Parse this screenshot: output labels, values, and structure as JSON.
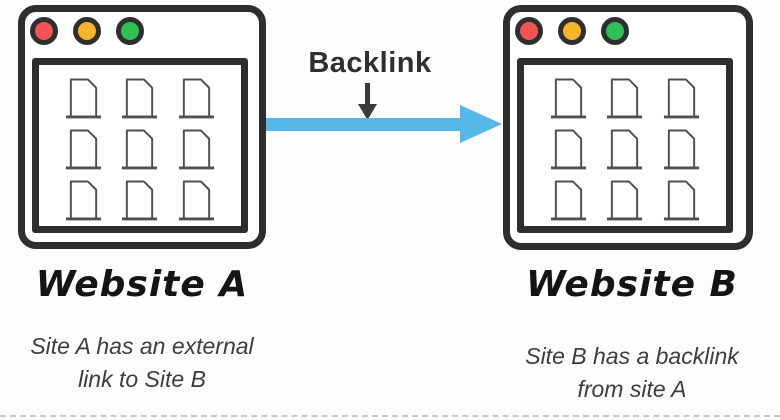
{
  "connector": {
    "label": "Backlink",
    "arrow_color": "#55b8e8",
    "pointer_color": "#3a3a3a"
  },
  "browser_window": {
    "border_color": "#2e2e2e",
    "dots": [
      {
        "name": "red-dot",
        "color": "#f15454"
      },
      {
        "name": "yellow-dot",
        "color": "#f6b42c"
      },
      {
        "name": "green-dot",
        "color": "#2fbf56"
      }
    ],
    "page_grid": {
      "rows": 3,
      "cols": 3
    },
    "page_icon_stroke": "#4f4f4f"
  },
  "site_a": {
    "title": "Website A",
    "caption_lines": [
      "Site A has an external",
      "link to Site B"
    ]
  },
  "site_b": {
    "title": "Website B",
    "caption_lines": [
      "Site B has a backlink",
      "from site A"
    ]
  }
}
